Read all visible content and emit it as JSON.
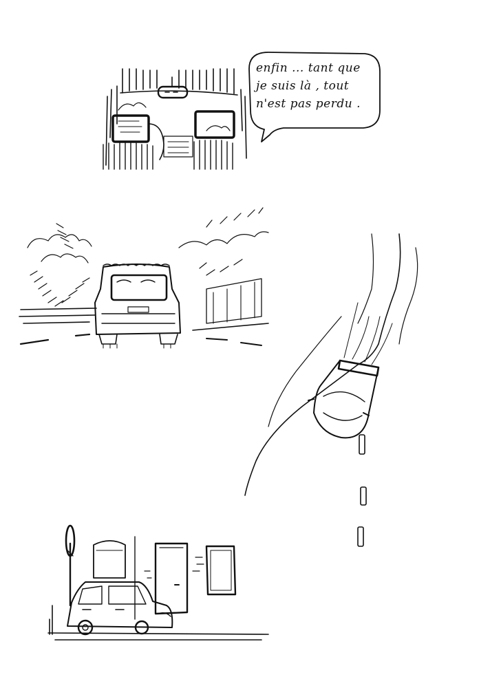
{
  "speech_bubble": {
    "lines": [
      "enfin ... tant que",
      "je suis là , tout",
      "n'est pas perdu ."
    ]
  }
}
